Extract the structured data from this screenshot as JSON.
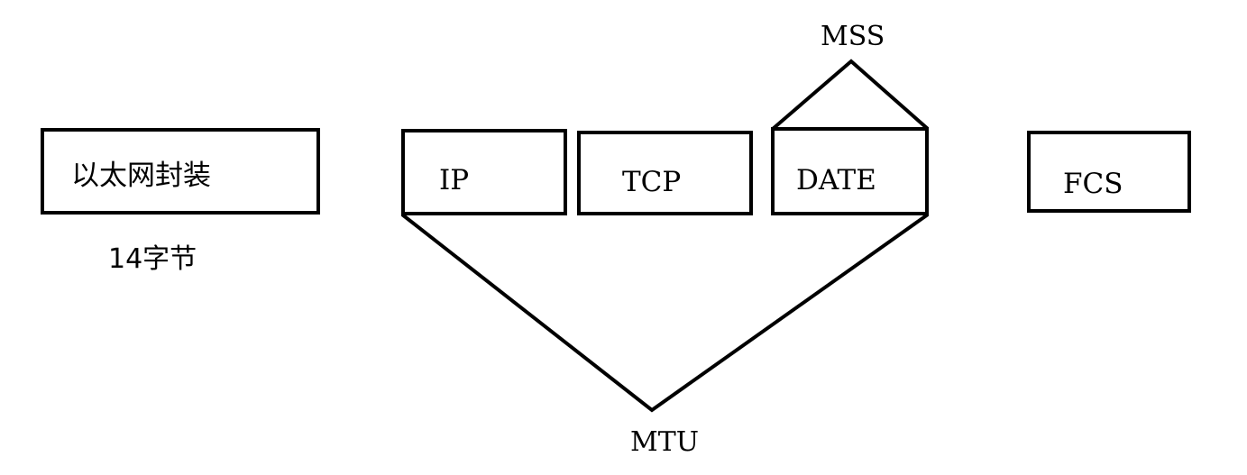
{
  "diagram": {
    "ethernet_label": "以太网封装",
    "ethernet_size_label": "14字节",
    "ip_label": "IP",
    "tcp_label": "TCP",
    "data_label": "DATE",
    "fcs_label": "FCS",
    "mss_label": "MSS",
    "mtu_label": "MTU"
  }
}
